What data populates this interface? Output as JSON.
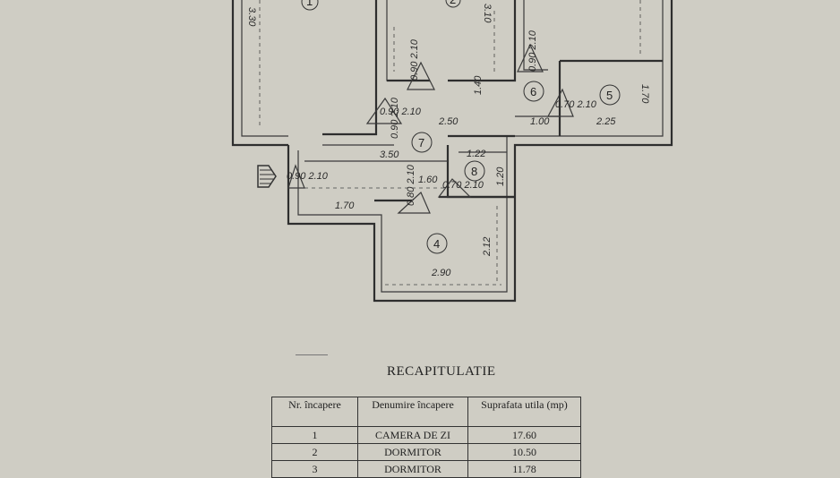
{
  "plan": {
    "room_numbers": [
      "1",
      "2",
      "4",
      "5",
      "6",
      "7",
      "8"
    ],
    "dimensions": [
      "3.30",
      "3.50",
      "3.10",
      "2.50",
      "1.40",
      "1.00",
      "2.25",
      "1.70",
      "1.22",
      "1.20",
      "1.60",
      "1.70",
      "2.12",
      "2.90"
    ],
    "doors": [
      "0.90 2.10",
      "0.90 2.10",
      "0.90 2.10",
      "0.70 2.10",
      "0.90 2.10",
      "0.70 2.10",
      "0.80 2.10",
      "0.90 2.10"
    ]
  },
  "recap": {
    "title": "RECAPITULATIE",
    "headers": [
      "Nr. încapere",
      "Denumire încapere",
      "Suprafata utila (mp)"
    ],
    "rows": [
      [
        "1",
        "CAMERA DE ZI",
        "17.60"
      ],
      [
        "2",
        "DORMITOR",
        "10.50"
      ],
      [
        "3",
        "DORMITOR",
        "11.78"
      ]
    ]
  }
}
